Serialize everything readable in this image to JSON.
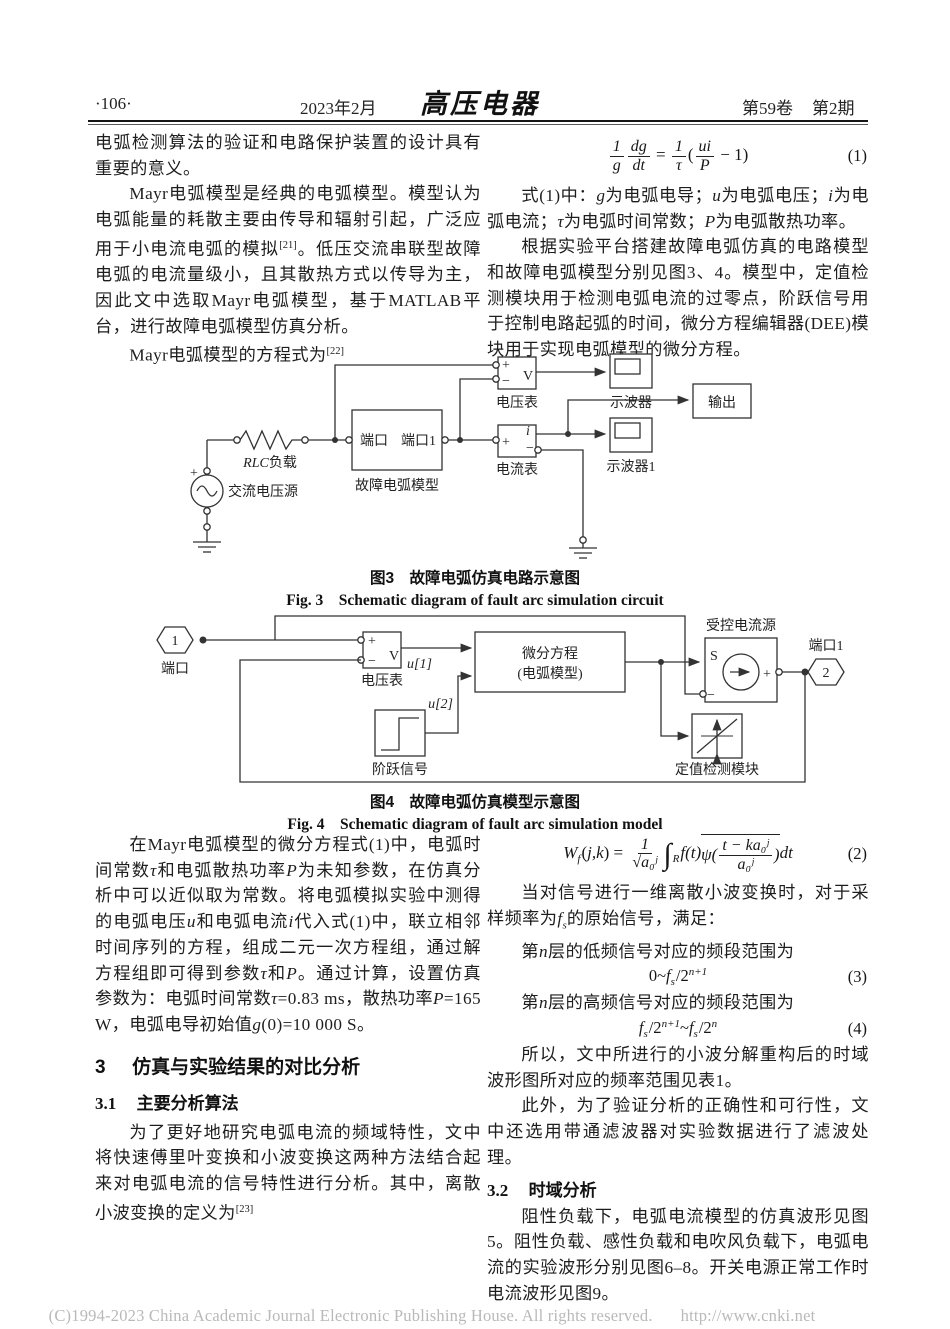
{
  "header": {
    "page_no": "·106·",
    "date": "2023年2月",
    "journal": "高压电器",
    "volume": "第59卷",
    "issue": "第2期"
  },
  "footer": {
    "copyright": "(C)1994-2023 China Academic Journal Electronic Publishing House. All rights reserved.",
    "url": "http://www.cnki.net"
  },
  "left_top": {
    "p1": [
      {
        "v": "电弧检测算法的验证和电路保护装置的设计具有重要的意义。"
      }
    ],
    "p2": [
      {
        "v": "Mayr电弧模型是经典的电弧模型。模型认为电弧能量的耗散主要由传导和辐射引起，广泛应用于小电流电弧的模拟"
      },
      {
        "v": "[21]",
        "sup": 1
      },
      {
        "v": "。低压交流串联型故障电弧的电流量级小，且其散热方式以传导为主，因此文中选取Mayr电弧模型，基于MATLAB平台，进行故障电弧模型仿真分析。"
      }
    ],
    "p3": [
      {
        "v": "Mayr电弧模型的方程式为"
      },
      {
        "v": "[22]",
        "sup": 1
      }
    ]
  },
  "right_top": {
    "p1": [
      {
        "v": "式(1)中："
      },
      {
        "v": "g",
        "i": 1
      },
      {
        "v": "为电弧电导；"
      },
      {
        "v": "u",
        "i": 1
      },
      {
        "v": "为电弧电压；"
      },
      {
        "v": "i",
        "i": 1
      },
      {
        "v": "为电弧电流；"
      },
      {
        "v": "τ",
        "i": 1
      },
      {
        "v": "为电弧时间常数；"
      },
      {
        "v": "P",
        "i": 1
      },
      {
        "v": "为电弧散热功率。"
      }
    ],
    "p2": [
      {
        "v": "根据实验平台搭建故障电弧仿真的电路模型和故障电弧模型分别见图3、4。模型中，定值检测模块用于检测电弧电流的过零点，阶跃信号用于控制电路起弧的时间，微分方程编辑器(DEE)模块用于实现电弧模型的微分方程。"
      }
    ]
  },
  "left_bottom": {
    "p1": [
      {
        "v": "在Mayr电弧模型的微分方程式(1)中，电弧时间常数"
      },
      {
        "v": "τ",
        "i": 1
      },
      {
        "v": "和电弧散热功率"
      },
      {
        "v": "P",
        "i": 1
      },
      {
        "v": "为未知参数，在仿真分析中可以近似取为常数。将电弧模拟实验中测得的电弧电压"
      },
      {
        "v": "u",
        "i": 1
      },
      {
        "v": "和电弧电流"
      },
      {
        "v": "i",
        "i": 1
      },
      {
        "v": "代入式(1)中，联立相邻时间序列的方程，组成二元一次方程组，通过解方程组即可得到参数"
      },
      {
        "v": "τ",
        "i": 1
      },
      {
        "v": "和"
      },
      {
        "v": "P",
        "i": 1
      },
      {
        "v": "。通过计算，设置仿真参数为：电弧时间常数"
      },
      {
        "v": "τ",
        "i": 1
      },
      {
        "v": "=0.83 ms，散热功率"
      },
      {
        "v": "P",
        "i": 1
      },
      {
        "v": "=165 W，电弧电导初始值"
      },
      {
        "v": "g",
        "i": 1
      },
      {
        "v": "(0)=10 000 S。"
      }
    ],
    "sec3": {
      "num": "3",
      "title": "仿真与实验结果的对比分析"
    },
    "sec31": {
      "num": "3.1",
      "title": "主要分析算法"
    },
    "p2": [
      {
        "v": "为了更好地研究电弧电流的频域特性，文中将快速傅里叶变换和小波变换这两种方法结合起来对电弧电流的信号特性进行分析。其中，离散小波变换的定义为"
      },
      {
        "v": "[23]",
        "sup": 1
      }
    ]
  },
  "right_bottom": {
    "p1": [
      {
        "v": "当对信号进行一维离散小波变换时，对于采样频率为"
      },
      {
        "v": "f",
        "i": 1
      },
      {
        "v": "s",
        "sub": 1,
        "i": 1
      },
      {
        "v": "的原始信号，满足："
      }
    ],
    "p_low": [
      {
        "v": "第"
      },
      {
        "v": "n",
        "i": 1
      },
      {
        "v": "层的低频信号对应的频段范围为"
      }
    ],
    "p_high": [
      {
        "v": "第"
      },
      {
        "v": "n",
        "i": 1
      },
      {
        "v": "层的高频信号对应的频段范围为"
      }
    ],
    "p_so": [
      {
        "v": "所以，文中所进行的小波分解重构后的时域波形图所对应的频率范围见表1。"
      }
    ],
    "p_besides": [
      {
        "v": "此外，为了验证分析的正确性和可行性，文中还选用带通滤波器对实验数据进行了滤波处理。"
      }
    ],
    "sec32": {
      "num": "3.2",
      "title": "时域分析"
    },
    "p_time": [
      {
        "v": "阻性负载下，电弧电流模型的仿真波形见图5。阻性负载、感性负载和电吹风负载下，电弧电流的实验波形分别见图6–8。开关电源正常工作时电流波形见图9。"
      }
    ]
  },
  "equations": {
    "eq1": {
      "tokens": [
        {
          "t": "f",
          "n": "1",
          "d": "g",
          "i": 1
        },
        {
          "t": "f",
          "n": "dg",
          "d": "dt",
          "i": 1
        },
        {
          "v": " = "
        },
        {
          "t": "f",
          "n": "1",
          "d": "τ",
          "i": 1
        },
        {
          "v": "("
        },
        {
          "t": "f",
          "n": "ui",
          "d": "P",
          "i": 1
        },
        {
          "v": " − 1)"
        }
      ],
      "tag": "(1)"
    },
    "eq2": {
      "tokens": [
        {
          "v": "W",
          "i": 1
        },
        {
          "t": "sub",
          "v": "f",
          "i": 1
        },
        {
          "v": "("
        },
        {
          "v": "j,k",
          "i": 1
        },
        {
          "v": ") = "
        },
        {
          "t": "f",
          "n": "1",
          "d": "√a₀ʲ",
          "i": 1
        },
        {
          "t": "big",
          "v": "∫"
        },
        {
          "t": "sub",
          "v": "R",
          "i": 1
        },
        {
          "v": "f",
          "i": 1
        },
        {
          "v": "(t)",
          "i": 1
        },
        {
          "t": "g",
          "k": [
            {
              "v": "ψ(",
              "i": 1
            },
            {
              "t": "f",
              "n": "t − ka₀ʲ",
              "d": "a₀ʲ",
              "i": 1
            },
            {
              "v": ")",
              "i": 1
            }
          ]
        },
        {
          "v": "dt",
          "i": 1
        }
      ],
      "tag": "(2)"
    },
    "eq3": {
      "tokens": [
        {
          "v": "0~"
        },
        {
          "v": "f",
          "i": 1
        },
        {
          "t": "sub",
          "v": "s",
          "i": 1
        },
        {
          "v": "/2"
        },
        {
          "t": "sup",
          "v": "n+1",
          "i": 1
        }
      ],
      "tag": "(3)"
    },
    "eq4": {
      "tokens": [
        {
          "v": "f",
          "i": 1
        },
        {
          "t": "sub",
          "v": "s",
          "i": 1
        },
        {
          "v": "/2"
        },
        {
          "t": "sup",
          "v": "n+1",
          "i": 1
        },
        {
          "v": "~"
        },
        {
          "v": "f",
          "i": 1
        },
        {
          "t": "sub",
          "v": "s",
          "i": 1
        },
        {
          "v": "/2"
        },
        {
          "t": "sup",
          "v": "n",
          "i": 1
        }
      ],
      "tag": "(4)"
    }
  },
  "fig3": {
    "caption_zh": "图3　故障电弧仿真电路示意图",
    "caption_en": "Fig. 3　Schematic diagram of fault arc simulation circuit",
    "labels": {
      "source": "交流电压源",
      "rlc": "RLC",
      "load": "负载",
      "port": "端口",
      "port1": "端口1",
      "model": "故障电弧模型",
      "voltmeter": "电压表",
      "ammeter": "电流表",
      "scope": "示波器",
      "scope1": "示波器1",
      "output": "输出",
      "v": "V",
      "i": "i",
      "plus": "+",
      "minus": "−"
    }
  },
  "fig4": {
    "caption_zh": "图4　故障电弧仿真模型示意图",
    "caption_en": "Fig. 4　Schematic diagram of fault arc simulation model",
    "labels": {
      "one": "1",
      "two": "2",
      "port": "端口",
      "port1": "端口1",
      "voltmeter": "电压表",
      "v": "V",
      "plus": "+",
      "minus": "−",
      "u1": "u[1]",
      "u2": "u[2]",
      "dee1": "微分方程",
      "dee2": "(电弧模型)",
      "step": "阶跃信号",
      "ccs": "受控电流源",
      "s": "S",
      "detect": "定值检测模块"
    }
  }
}
